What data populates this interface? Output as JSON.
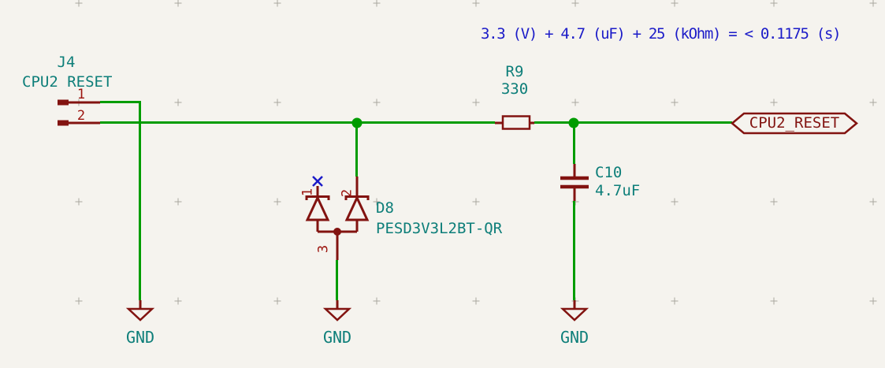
{
  "palette": {
    "bg": "#F5F3EE",
    "wire": "#009C00",
    "outline": "#821310",
    "text": "#0D7E79",
    "note": "#1B1BC8",
    "pin": "#9C140E",
    "grid": "#A9A79F"
  },
  "annotation": {
    "formula": "3.3 (V) + 4.7 (uF) + 25 (kOhm) = < 0.1175 (s)"
  },
  "components": {
    "connector_j4": {
      "reference": "J4",
      "value": "CPU2 RESET",
      "pin_numbers": [
        "1",
        "2"
      ]
    },
    "resistor_r9": {
      "reference": "R9",
      "value": "330"
    },
    "capacitor_c10": {
      "reference": "C10",
      "value": "4.7uF"
    },
    "diode_d8": {
      "reference": "D8",
      "value": "PESD3V3L2BT-QR",
      "pin_numbers": [
        "1",
        "2",
        "3"
      ]
    }
  },
  "net_labels": {
    "cpu2_reset": "CPU2_RESET"
  },
  "power_symbols": [
    {
      "label": "GND"
    },
    {
      "label": "GND"
    },
    {
      "label": "GND"
    }
  ]
}
